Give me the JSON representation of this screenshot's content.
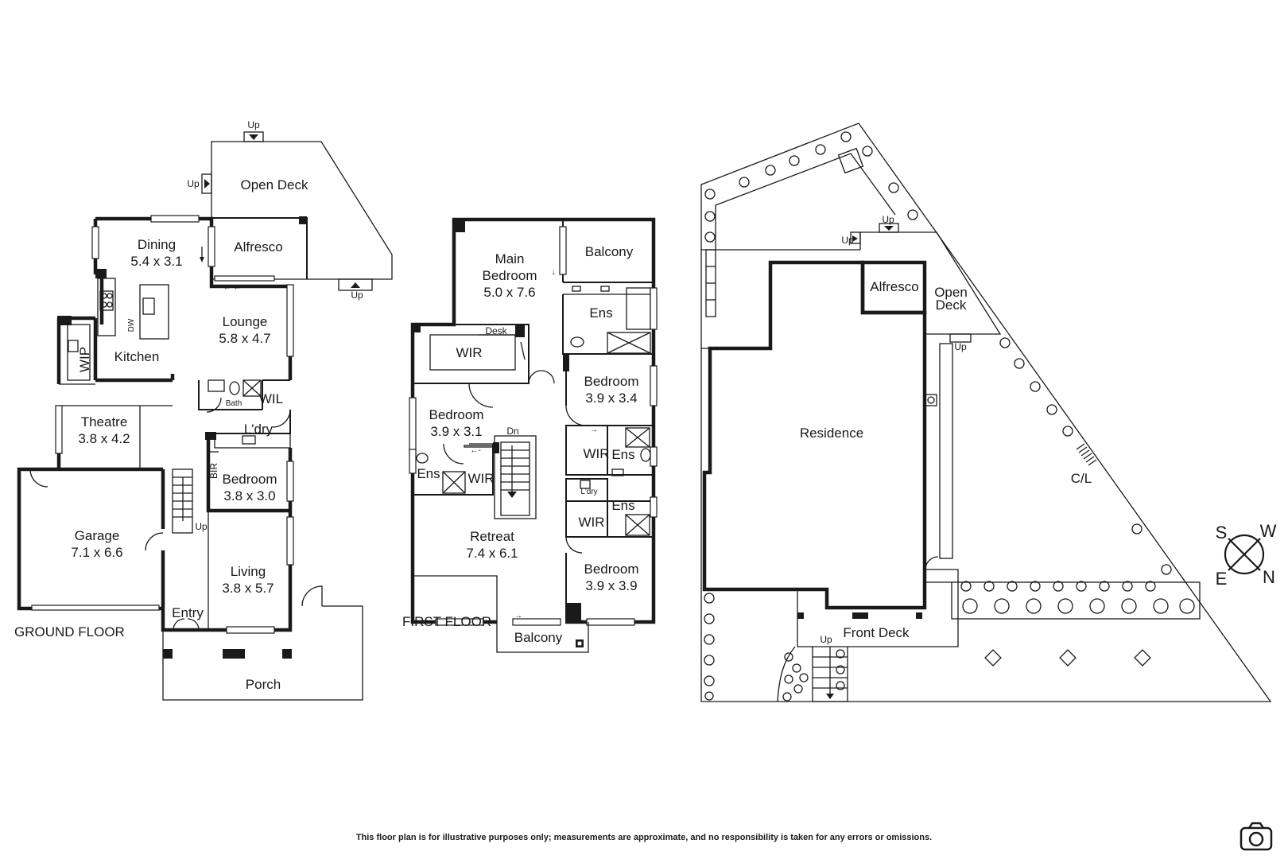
{
  "ground_floor": {
    "label": "GROUND FLOOR",
    "rooms": {
      "open_deck": "Open Deck",
      "dining": "Dining",
      "dining_dim": "5.4 x 3.1",
      "alfresco": "Alfresco",
      "lounge": "Lounge",
      "lounge_dim": "5.8 x 4.7",
      "kitchen": "Kitchen",
      "wip": "WIP",
      "dw": "DW",
      "bath": "Bath",
      "wil": "WIL",
      "laundry": "L'dry",
      "theatre": "Theatre",
      "theatre_dim": "3.8 x 4.2",
      "bir": "BIR",
      "bedroom": "Bedroom",
      "bedroom_dim": "3.8 x 3.0",
      "garage": "Garage",
      "garage_dim": "7.1 x 6.6",
      "living": "Living",
      "living_dim": "3.8 x 5.7",
      "entry": "Entry",
      "porch": "Porch"
    },
    "up": "Up"
  },
  "first_floor": {
    "label": "FIRST FLOOR",
    "rooms": {
      "main_bedroom_1": "Main",
      "main_bedroom_2": "Bedroom",
      "main_bedroom_dim": "5.0 x 7.6",
      "balcony_top": "Balcony",
      "ens_top": "Ens",
      "desk": "Desk",
      "wir_top": "WIR",
      "bedroom_east": "Bedroom",
      "bedroom_east_dim": "3.9 x 3.4",
      "bedroom_west": "Bedroom",
      "bedroom_west_dim": "3.9 x 3.1",
      "dn": "Dn",
      "wir_mid": "WIR",
      "ens_mid": "Ens",
      "ens_left": "Ens",
      "wir_left": "WIR",
      "laundry": "L'dry",
      "ens_low": "Ens",
      "wir_low": "WIR",
      "retreat": "Retreat",
      "retreat_dim": "7.4 x 6.1",
      "bedroom_south": "Bedroom",
      "bedroom_south_dim": "3.9 x 3.9",
      "balcony_bottom": "Balcony"
    }
  },
  "site_plan": {
    "residence": "Residence",
    "alfresco": "Alfresco",
    "open_deck_1": "Open",
    "open_deck_2": "Deck",
    "front_deck": "Front Deck",
    "cl": "C/L",
    "up": "Up"
  },
  "compass": {
    "s": "S",
    "w": "W",
    "e": "E",
    "n": "N"
  },
  "disclaimer": "This floor plan is for illustrative purposes only; measurements are approximate, and no responsibility is taken for any errors or omissions.",
  "camera_icon": "camera-icon",
  "colors": {
    "ink": "#1a1a1a",
    "background": "#ffffff"
  }
}
